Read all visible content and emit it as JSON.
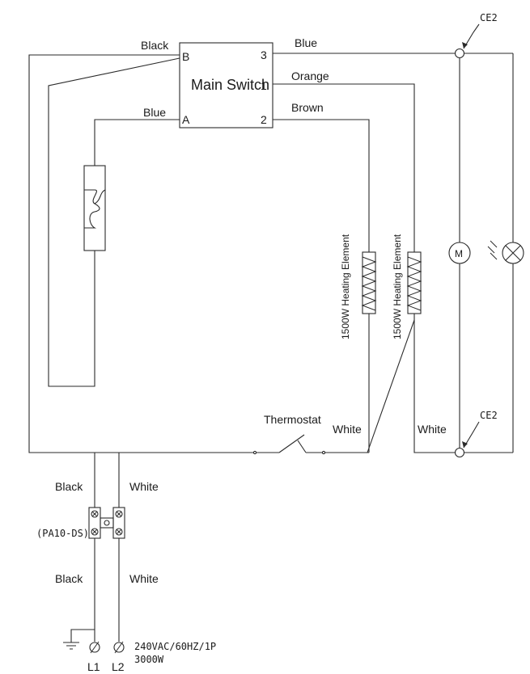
{
  "switch": {
    "title": "Main Switch",
    "terminal_b": "B",
    "terminal_a": "A",
    "terminal_3": "3",
    "terminal_1": "1",
    "terminal_2": "2"
  },
  "wires": {
    "black_top": "Black",
    "blue_left": "Blue",
    "blue_top": "Blue",
    "orange": "Orange",
    "brown": "Brown",
    "white_thermostat": "White",
    "white_right": "White",
    "black_upper": "Black",
    "white_upper": "White",
    "black_lower": "Black",
    "white_lower": "White"
  },
  "components": {
    "ce2_top": "CE2",
    "ce2_bottom": "CE2",
    "heater_1": "1500W Heating Element",
    "heater_2": "1500W Heating Element",
    "thermostat": "Thermostat",
    "motor": "M",
    "terminal_block": "(PA10-DS)"
  },
  "supply": {
    "l1": "L1",
    "l2": "L2",
    "rating": "240VAC/60HZ/1P",
    "power": "3000W"
  }
}
